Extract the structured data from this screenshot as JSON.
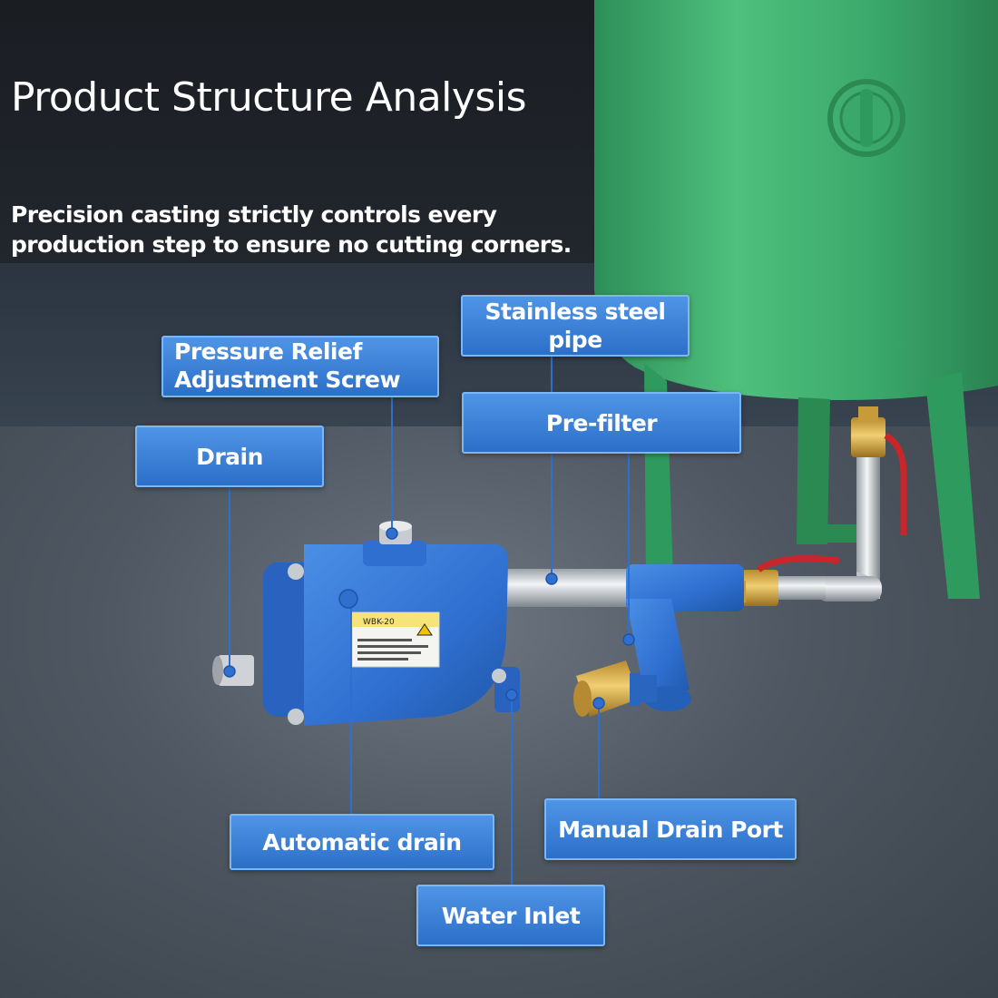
{
  "header": {
    "title": "Product Structure Analysis",
    "subtitle_line1": "Precision casting strictly controls every",
    "subtitle_line2": "production step to ensure no cutting corners."
  },
  "callouts": {
    "stainless_steel_pipe": "Stainless steel pipe",
    "pressure_relief_line1": "Pressure Relief",
    "pressure_relief_line2": "Adjustment Screw",
    "pre_filter": "Pre-filter",
    "drain": "Drain",
    "automatic_drain": "Automatic drain",
    "manual_drain_port": "Manual Drain Port",
    "water_inlet": "Water Inlet"
  },
  "device_label": "WBK-20",
  "colors": {
    "callout_fill": "#3a82dd",
    "callout_border": "#7db6f5",
    "leader_line": "#2f6fd0",
    "device_body": "#2f6fcf",
    "tank": "#34a866",
    "background_dark": "#1e252d"
  }
}
